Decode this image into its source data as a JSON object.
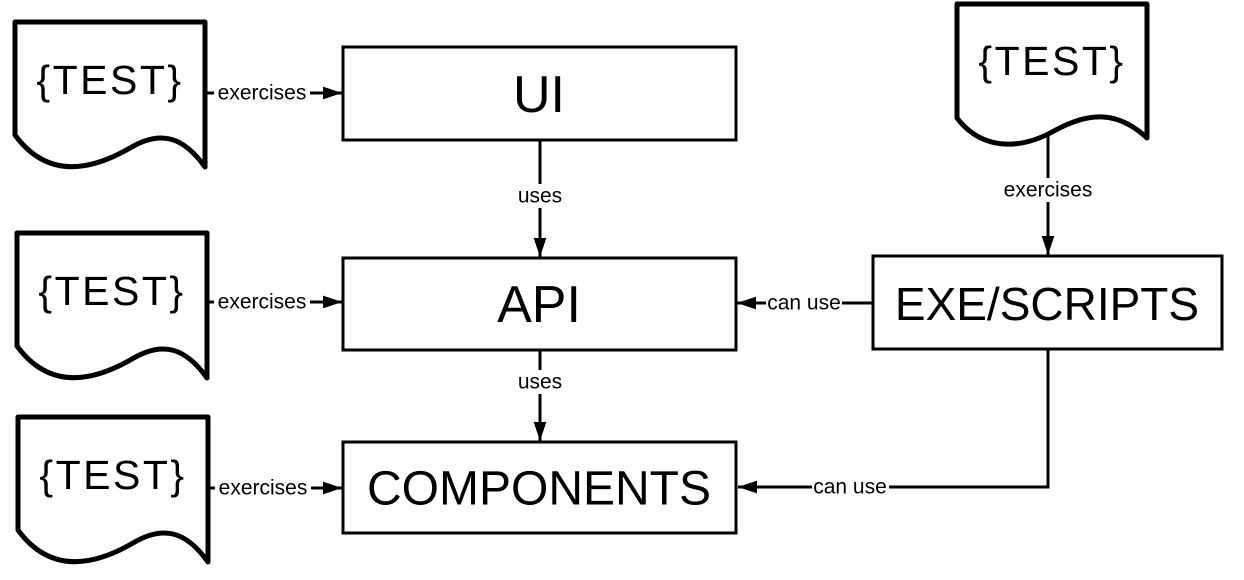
{
  "colors": {
    "background": "#ffffff",
    "stroke": "#000000",
    "text": "#000000"
  },
  "nodes": {
    "test_ui": {
      "label": "{TEST}",
      "shape": "document"
    },
    "test_api": {
      "label": "{TEST}",
      "shape": "document"
    },
    "test_components": {
      "label": "{TEST}",
      "shape": "document"
    },
    "test_exe": {
      "label": "{TEST}",
      "shape": "document"
    },
    "ui": {
      "label": "UI",
      "shape": "rectangle"
    },
    "api": {
      "label": "API",
      "shape": "rectangle"
    },
    "components": {
      "label": "COMPONENTS",
      "shape": "rectangle"
    },
    "exe_scripts": {
      "label": "EXE/SCRIPTS",
      "shape": "rectangle"
    }
  },
  "edges": {
    "test_ui_exercises_ui": {
      "label": "exercises",
      "from": "test_ui",
      "to": "ui"
    },
    "test_api_exercises_api": {
      "label": "exercises",
      "from": "test_api",
      "to": "api"
    },
    "test_components_exercises_components": {
      "label": "exercises",
      "from": "test_components",
      "to": "components"
    },
    "test_exe_exercises_exe_scripts": {
      "label": "exercises",
      "from": "test_exe",
      "to": "exe_scripts"
    },
    "ui_uses_api": {
      "label": "uses",
      "from": "ui",
      "to": "api"
    },
    "api_uses_components": {
      "label": "uses",
      "from": "api",
      "to": "components"
    },
    "exe_scripts_can_use_api": {
      "label": "can use",
      "from": "exe_scripts",
      "to": "api"
    },
    "exe_scripts_can_use_components": {
      "label": "can use",
      "from": "exe_scripts",
      "to": "components"
    }
  }
}
